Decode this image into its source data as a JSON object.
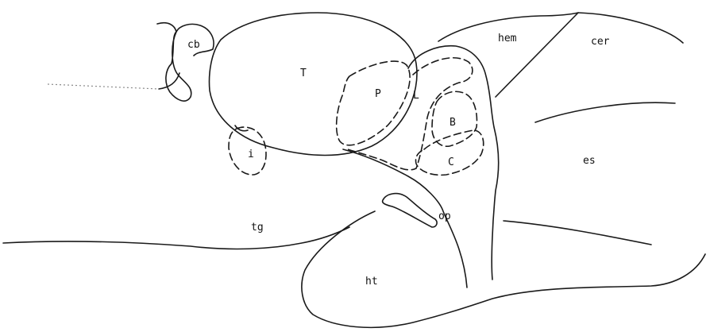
{
  "labels": {
    "cb": "cb",
    "T": "T",
    "P": "P",
    "L": "L",
    "B": "B",
    "C": "C",
    "i": "i",
    "hem": "hem",
    "cer": "cer",
    "es": "es",
    "tg": "tg",
    "op": "op",
    "ht": "ht"
  }
}
